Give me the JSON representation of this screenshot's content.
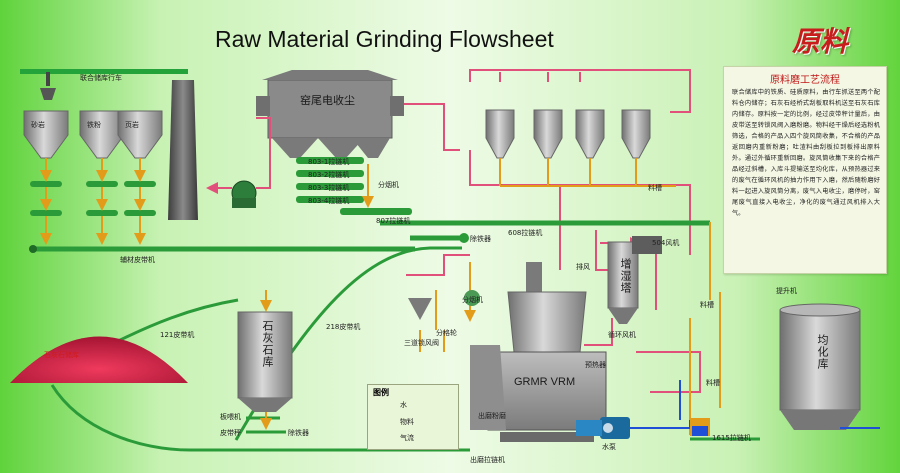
{
  "header": {
    "title": "Raw Material Grinding Flowsheet",
    "brand_mark": "原料"
  },
  "description_panel": {
    "title": "原料磨工艺流程",
    "body": "联合储库中的铁质、硅质原料，由行车抓送至两个配料仓内储存；石灰石经桥式刮板取料机送至石灰石库内储存。原料按一定的比例，经过皮带秤计量后，由皮带送至转锁风阀入磨粉磨。物料经干燥后经选粉机筛选，合格的产品入四个旋风筒收集，不合格的产品返回磨内重新粉磨；吐渣料由刮板拉到板排出原料外。通过外循环重新回磨。旋风筒收集下来的合格产品经过斜槽，入库斗提输送至均化库，从预热器过来的废气在循环风机的抽力作用下入磨，然后随粉磨好料一起进入旋风筒分离，废气入电收尘，磨停时，窑尾废气直接入电收尘，净化的废气通过风机排入大气。"
  },
  "labels": {
    "crane": "联合储库行车",
    "bin_1": "砂岩",
    "bin_2": "铁粉",
    "bin_3": "页岩",
    "dust_collector": "窑尾电收尘",
    "conv_1": "803-1拉链机",
    "conv_2": "803-2拉链机",
    "conv_3": "803-3拉链机",
    "conv_4": "803-4拉链机",
    "conv_807": "807拉链机",
    "conv_608": "608拉链机",
    "conv_1615": "1615拉链机",
    "fan_left": "分烟机",
    "fan_mid": "分烟机",
    "aux_belt": "辅材皮带机",
    "belt_121": "121皮带机",
    "belt_218": "218皮带机",
    "lime_store": "石灰石储库",
    "lime_silo": "石灰石库",
    "plate_feeder": "板喂机",
    "belt_scale": "皮带秤",
    "iron_remover": "除铁器",
    "iron_remover_2": "除铁器",
    "mill": "GRMR VRM",
    "humid_tower": "增湿塔",
    "air_feed": "料槽",
    "chute": "料槽",
    "chute_2": "料槽",
    "homo_silo": "均化库",
    "hoist": "提升机",
    "cyclone_fan": "循环风机",
    "fan_504": "504风机",
    "fan_sys": "排风",
    "preheater": "预热器",
    "exhaust": "出磨粉磨",
    "mill_out": "出磨拉链机",
    "water_pump": "水泵",
    "valve_left": "三道锁风阀",
    "valve_mid": "分格轮"
  },
  "legend": {
    "title": "图例",
    "items": [
      {
        "label": "水",
        "color": "#1f4fd6"
      },
      {
        "label": "物料",
        "color": "#e39b1a"
      },
      {
        "label": "气流",
        "color": "#e0507a"
      }
    ]
  },
  "colors": {
    "material": "#e39b1a",
    "air": "#e0507a",
    "water": "#1f4fd6",
    "equipment": "#9a9a9a",
    "belt": "#2b9b39"
  }
}
